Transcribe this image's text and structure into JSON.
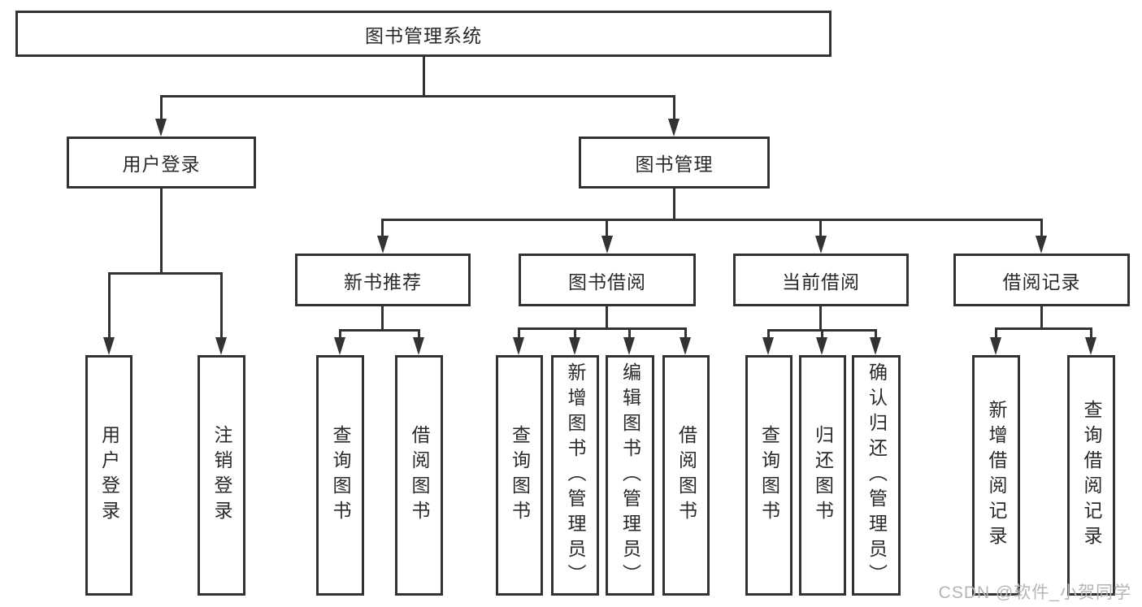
{
  "watermark": "CSDN @软件_小贺同学",
  "colors": {
    "line": "#333333",
    "text": "#2a2a2a",
    "box_background": "#ffffff",
    "page_background": "#ffffff",
    "watermark": "#b5b5b5"
  },
  "tree": {
    "root": {
      "label": "图书管理系统"
    },
    "branches": [
      {
        "label": "用户登录",
        "children": [
          {
            "label": "用户登录"
          },
          {
            "label": "注销登录"
          }
        ]
      },
      {
        "label": "图书管理",
        "children": [
          {
            "label": "新书推荐",
            "children": [
              {
                "label": "查询图书"
              },
              {
                "label": "借阅图书"
              }
            ]
          },
          {
            "label": "图书借阅",
            "children": [
              {
                "label": "查询图书"
              },
              {
                "label": "新增图书（管理员）"
              },
              {
                "label": "编辑图书（管理员）"
              },
              {
                "label": "借阅图书"
              }
            ]
          },
          {
            "label": "当前借阅",
            "children": [
              {
                "label": "查询图书"
              },
              {
                "label": "归还图书"
              },
              {
                "label": "确认归还（管理员）"
              }
            ]
          },
          {
            "label": "借阅记录",
            "children": [
              {
                "label": "新增借阅记录"
              },
              {
                "label": "查询借阅记录"
              }
            ]
          }
        ]
      }
    ]
  }
}
